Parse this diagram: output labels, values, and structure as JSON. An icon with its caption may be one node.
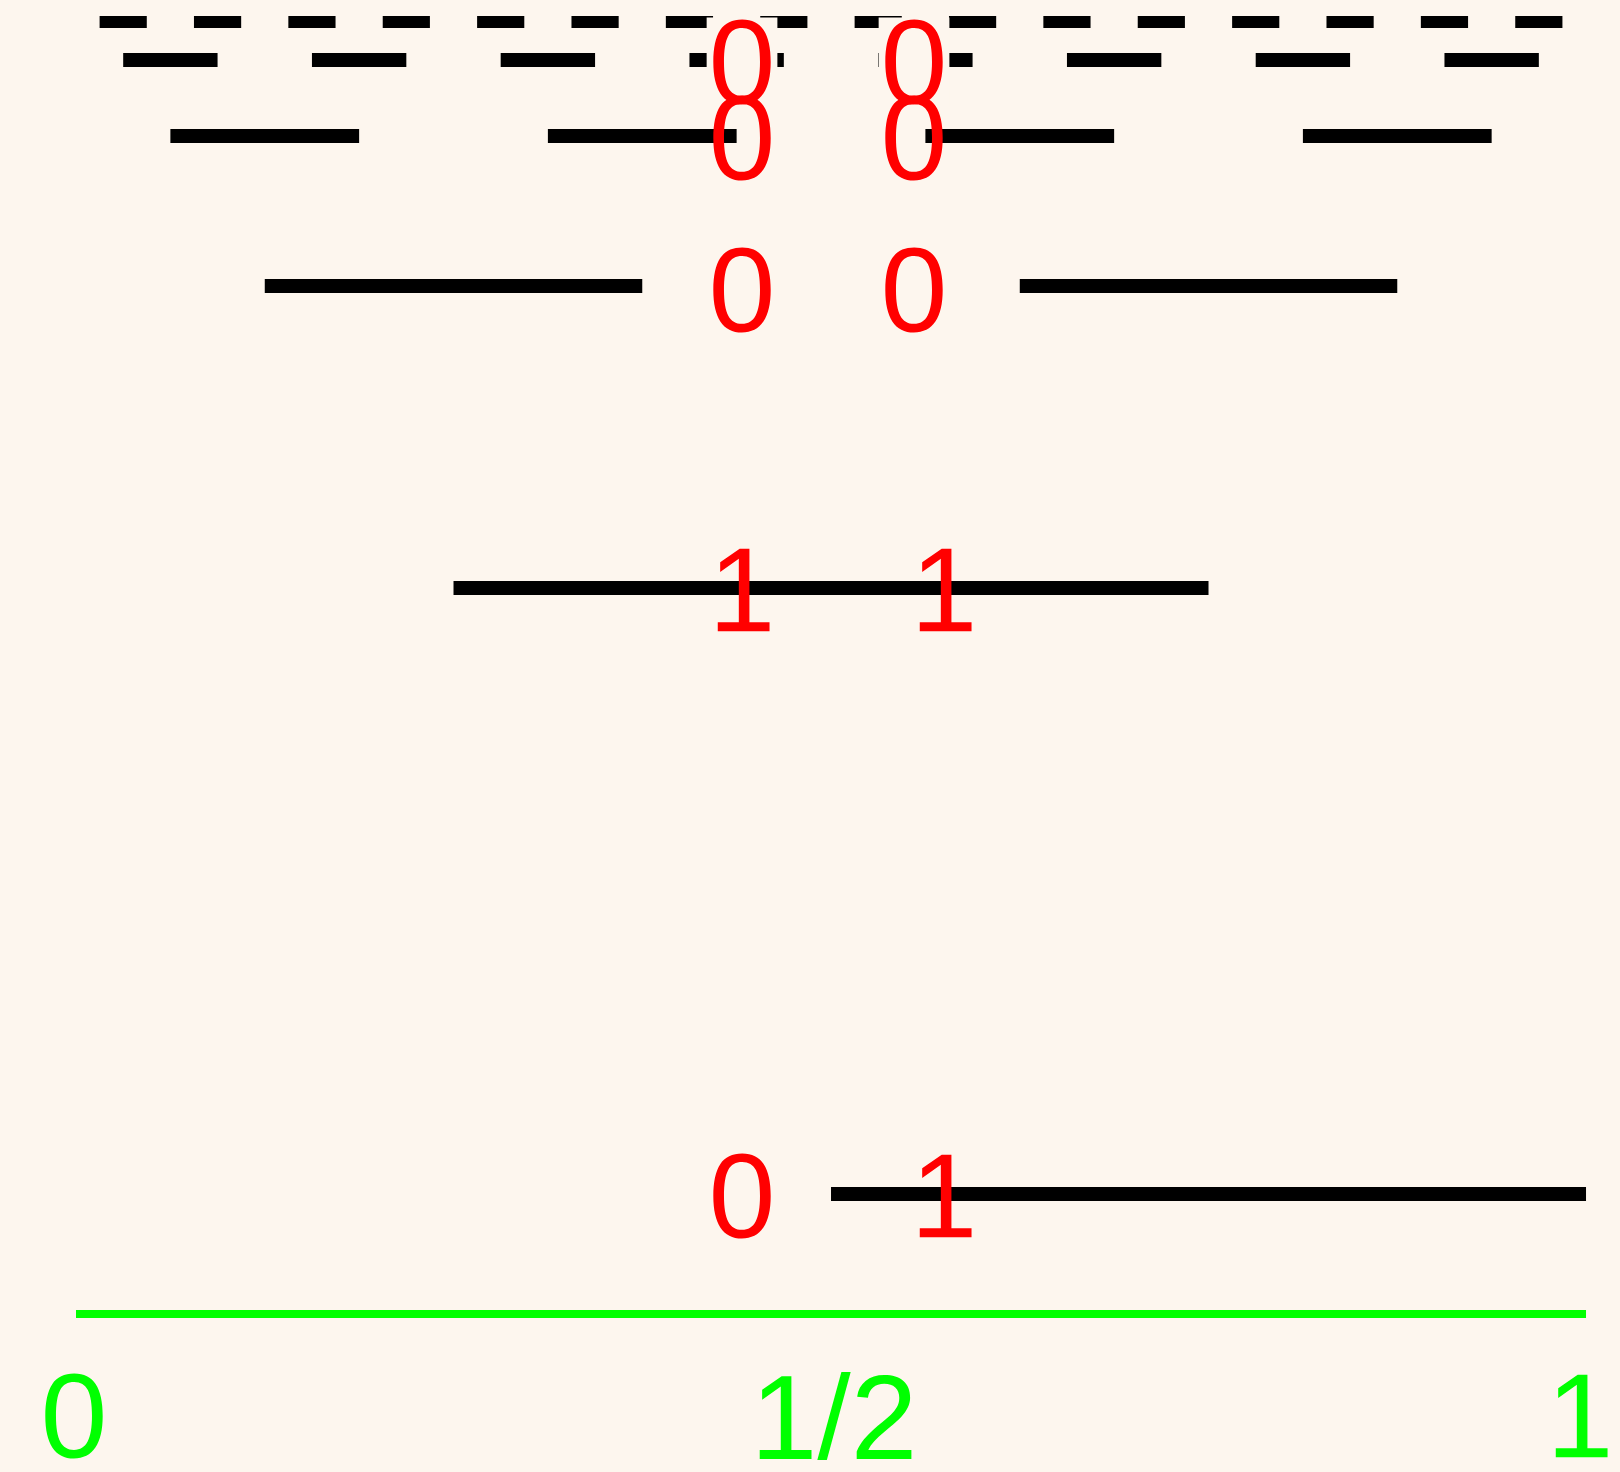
{
  "diagram": {
    "labels": [
      "0",
      "0",
      "0",
      "0",
      "0",
      "0",
      "1",
      "1",
      "0",
      "1",
      "0",
      "1/2",
      "1"
    ]
  }
}
